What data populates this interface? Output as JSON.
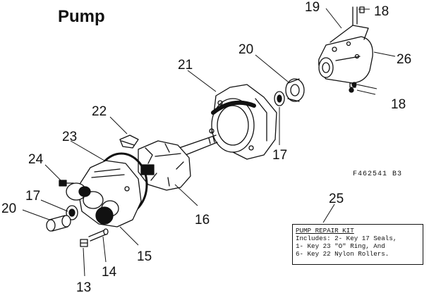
{
  "title": "Pump",
  "figure_number": "F462541 B3",
  "callouts": [
    {
      "id": "c19",
      "text": "19"
    },
    {
      "id": "c18a",
      "text": "18"
    },
    {
      "id": "c26",
      "text": "26"
    },
    {
      "id": "c18b",
      "text": "18"
    },
    {
      "id": "c20a",
      "text": "20"
    },
    {
      "id": "c21",
      "text": "21"
    },
    {
      "id": "c22",
      "text": "22"
    },
    {
      "id": "c17a",
      "text": "17"
    },
    {
      "id": "c23",
      "text": "23"
    },
    {
      "id": "c24",
      "text": "24"
    },
    {
      "id": "c16",
      "text": "16"
    },
    {
      "id": "c17b",
      "text": "17"
    },
    {
      "id": "c20b",
      "text": "20"
    },
    {
      "id": "c25",
      "text": "25"
    },
    {
      "id": "c15",
      "text": "15"
    },
    {
      "id": "c14",
      "text": "14"
    },
    {
      "id": "c13",
      "text": "13"
    }
  ],
  "repair_kit": {
    "title": "PUMP REPAIR KIT",
    "lines": [
      "Includes: 2- Key 17 Seals,",
      "1- Key 23 \"O\" Ring, And",
      "6- Key 22 Nylon Rollers."
    ]
  }
}
